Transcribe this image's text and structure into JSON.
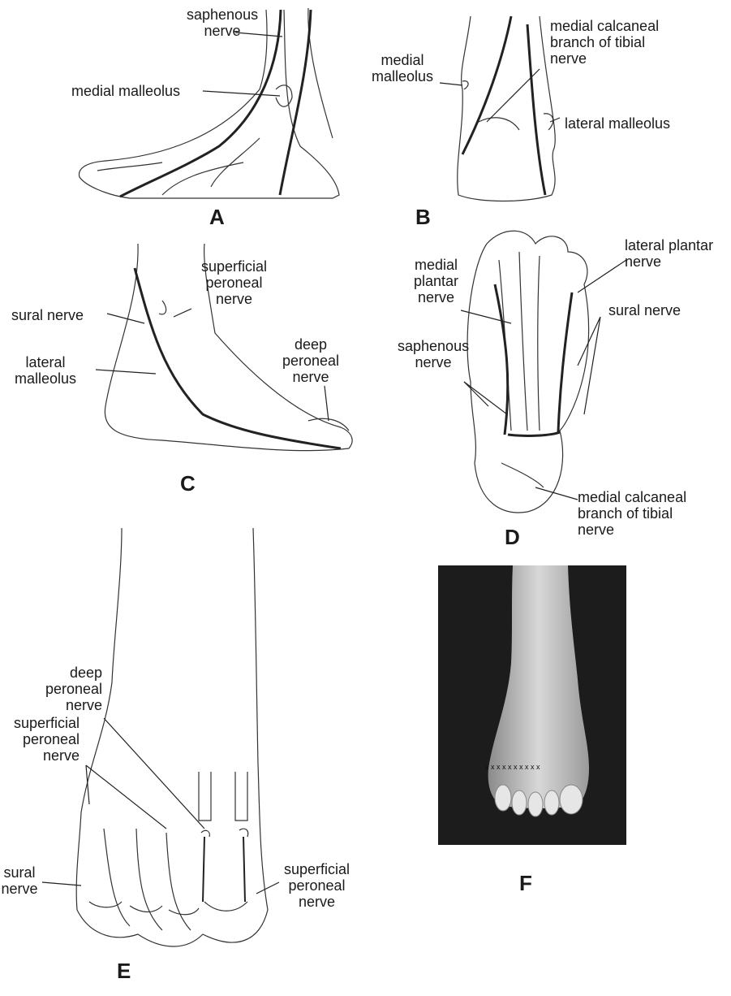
{
  "panels": {
    "A": {
      "letter": "A",
      "labels": {
        "saphenous_nerve": "saphenous\nnerve",
        "medial_malleolus": "medial malleolus"
      }
    },
    "B": {
      "letter": "B",
      "labels": {
        "medial_malleolus": "medial\nmalleolus",
        "medial_calcaneal": "medial calcaneal\nbranch of tibial\nnerve",
        "lateral_malleolus": "lateral malleolus"
      }
    },
    "C": {
      "letter": "C",
      "labels": {
        "superficial_peroneal": "superficial\nperoneal\nnerve",
        "sural_nerve": "sural nerve",
        "lateral_malleolus": "lateral\nmalleolus",
        "deep_peroneal": "deep\nperoneal\nnerve"
      }
    },
    "D": {
      "letter": "D",
      "labels": {
        "lateral_plantar": "lateral plantar\nnerve",
        "medial_plantar": "medial\nplantar\nnerve",
        "sural_nerve": "sural nerve",
        "saphenous": "saphenous\nnerve",
        "medial_calcaneal": "medial calcaneal\nbranch of tibial\nnerve"
      }
    },
    "E": {
      "letter": "E",
      "labels": {
        "deep_peroneal": "deep\nperoneal\nnerve",
        "superficial_peroneal_left": "superficial\nperoneal\nnerve",
        "sural": "sural\nnerve",
        "superficial_peroneal_right": "superficial\nperoneal\nnerve"
      }
    },
    "F": {
      "letter": "F",
      "marks": "x x x x x x x x x x"
    }
  }
}
